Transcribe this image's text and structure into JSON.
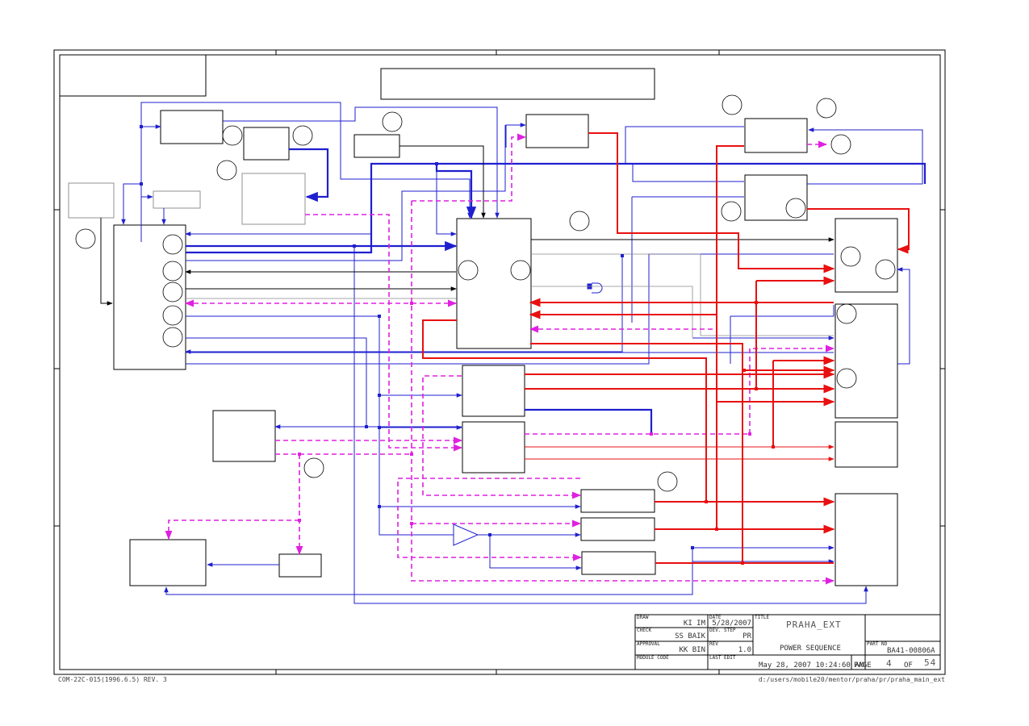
{
  "title_block": {
    "draw_label": "DRAW",
    "draw_value": "KI IM",
    "check_label": "CHECK",
    "check_value": "SS BAIK",
    "approval_label": "APPROVAL",
    "approval_value": "KK BIN",
    "module_code_label": "MODULE CODE",
    "date_label": "DATE",
    "date_value": "5/28/2007",
    "dev_step_label": "DEV. STEP",
    "dev_step_value": "PR",
    "rev_label": "REV",
    "rev_value": "1.0",
    "last_edit_label": "LAST EDIT",
    "last_edit_value": "May 28, 2007  10:24:60 AM",
    "title_label": "TITLE",
    "title_value": "PRAHA_EXT",
    "subtitle_value": "POWER SEQUENCE",
    "part_no_label": "PART NO",
    "part_no_value": "BA41-00806A",
    "page_label": "PAGE",
    "page_value": "4",
    "of_label": "OF",
    "page_total": "54"
  },
  "footer": {
    "form_code": "COM-22C-015(1996.6.5) REV. 3",
    "file_path": "d:/users/mobile20/mentor/praha/pr/praha_main_ext"
  },
  "colors": {
    "blue": "#1f1fd0",
    "red": "#e81010",
    "magenta": "#e020e0",
    "black": "#000000",
    "gray": "#8a8a8a",
    "light_blue": "#8080ff"
  }
}
